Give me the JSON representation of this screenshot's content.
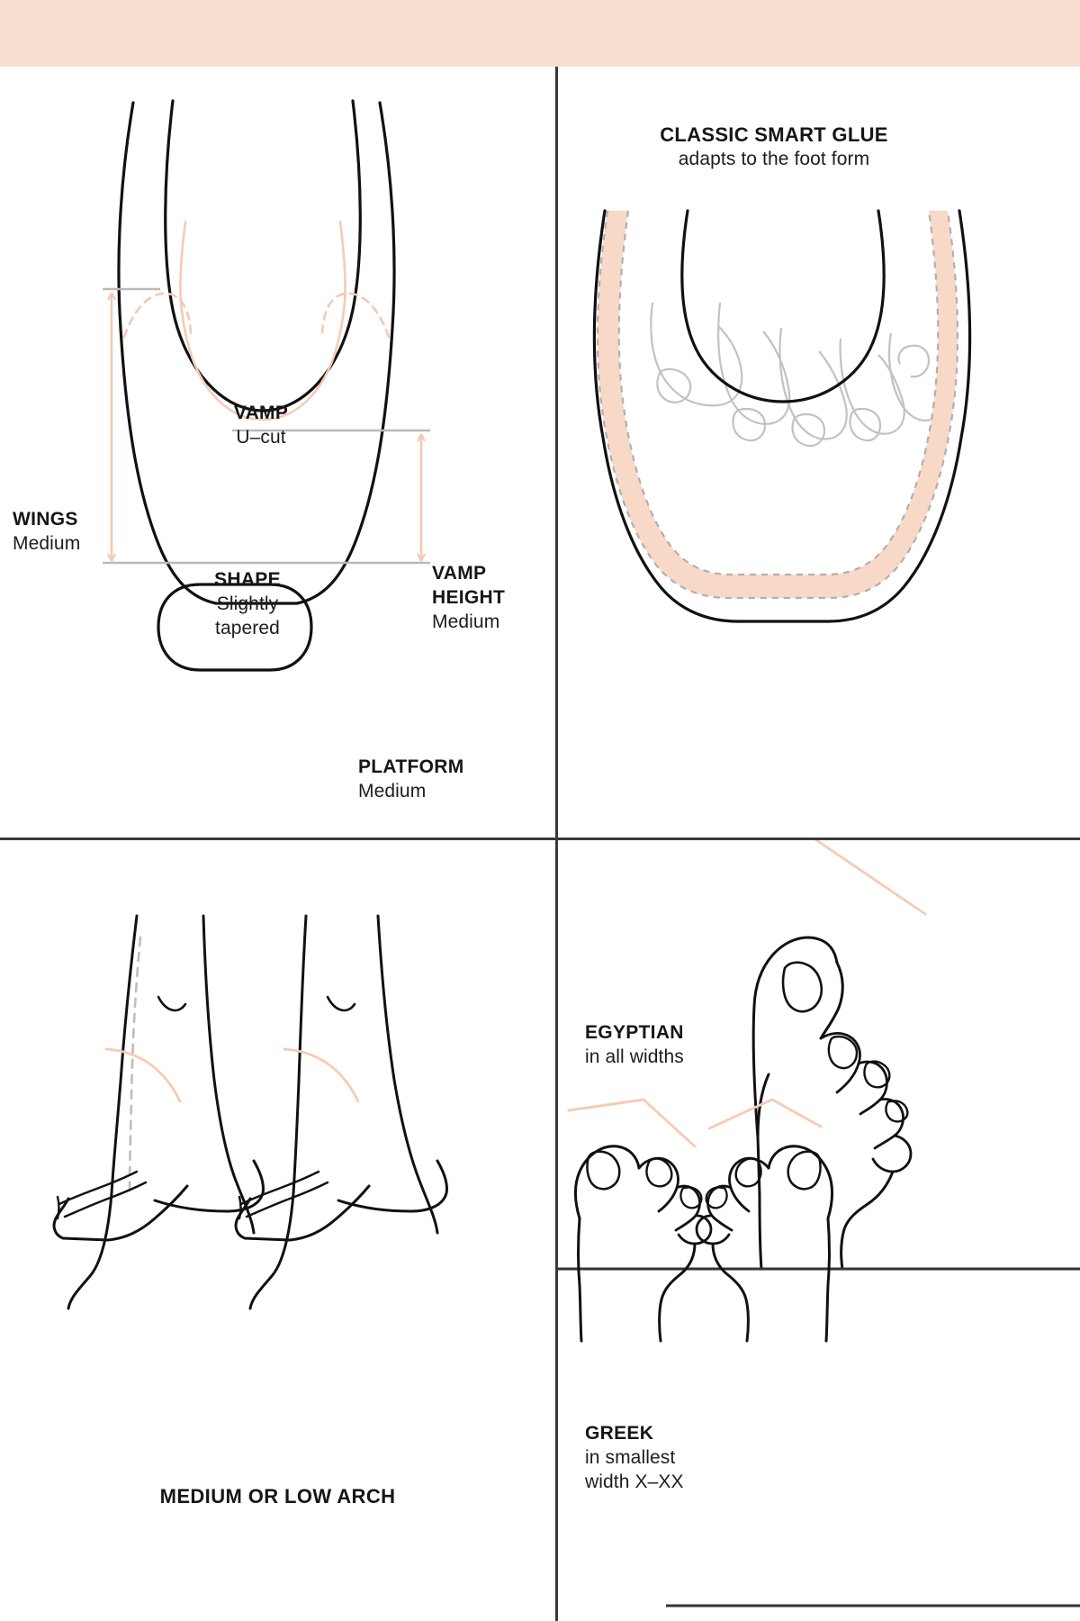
{
  "page": {
    "title": "Shoe fit and foot shape guide",
    "banner_color": "#f8ddd1",
    "accent_color": "#f6cbb4",
    "line_color": "#111111",
    "guide_color": "#b9b9b9"
  },
  "quadrants": {
    "top_left": {
      "name": "shoe-construction-diagram",
      "labels": {
        "vamp": {
          "title": "VAMP",
          "subtitle": "U–cut"
        },
        "wings": {
          "title": "WINGS",
          "subtitle": "Medium"
        },
        "shape": {
          "title": "SHAPE",
          "subtitle_1": "Slightly",
          "subtitle_2": "tapered"
        },
        "vamp_height": {
          "title_1": "VAMP",
          "title_2": "HEIGHT",
          "subtitle": "Medium"
        },
        "platform": {
          "title": "PLATFORM",
          "subtitle": "Medium"
        }
      }
    },
    "top_right": {
      "name": "smart-glue-diagram",
      "heading": "CLASSIC SMART GLUE",
      "subheading": "adapts to the foot form"
    },
    "bottom_left": {
      "name": "arch-type-diagram",
      "caption": "MEDIUM OR LOW ARCH"
    },
    "bottom_right": {
      "name": "toe-shape-diagram",
      "egyptian": {
        "title": "EGYPTIAN",
        "subtitle": "in all widths"
      },
      "greek": {
        "title": "GREEK",
        "subtitle_1": "in smallest",
        "subtitle_2": "width X–XX"
      }
    }
  }
}
